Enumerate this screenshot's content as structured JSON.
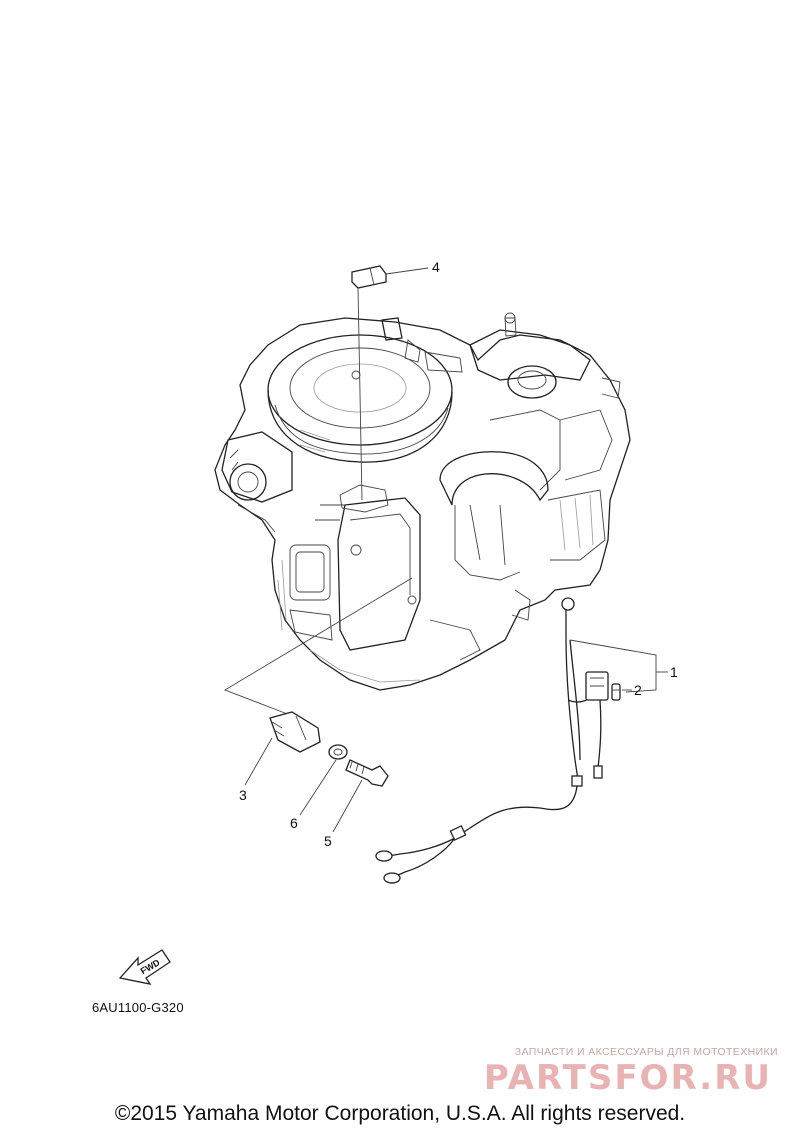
{
  "callouts": [
    "1",
    "2",
    "3",
    "4",
    "5",
    "6"
  ],
  "fwd_label": "FWD",
  "diagram_code": "6AU1100-G320",
  "watermark_subtitle": "ЗАПЧАСТИ И АКСЕССУАРЫ ДЛЯ МОТОТЕХНИКИ",
  "watermark_logo": "PARTSFOR.RU",
  "copyright": "©2015 Yamaha Motor Corporation, U.S.A. All rights reserved."
}
